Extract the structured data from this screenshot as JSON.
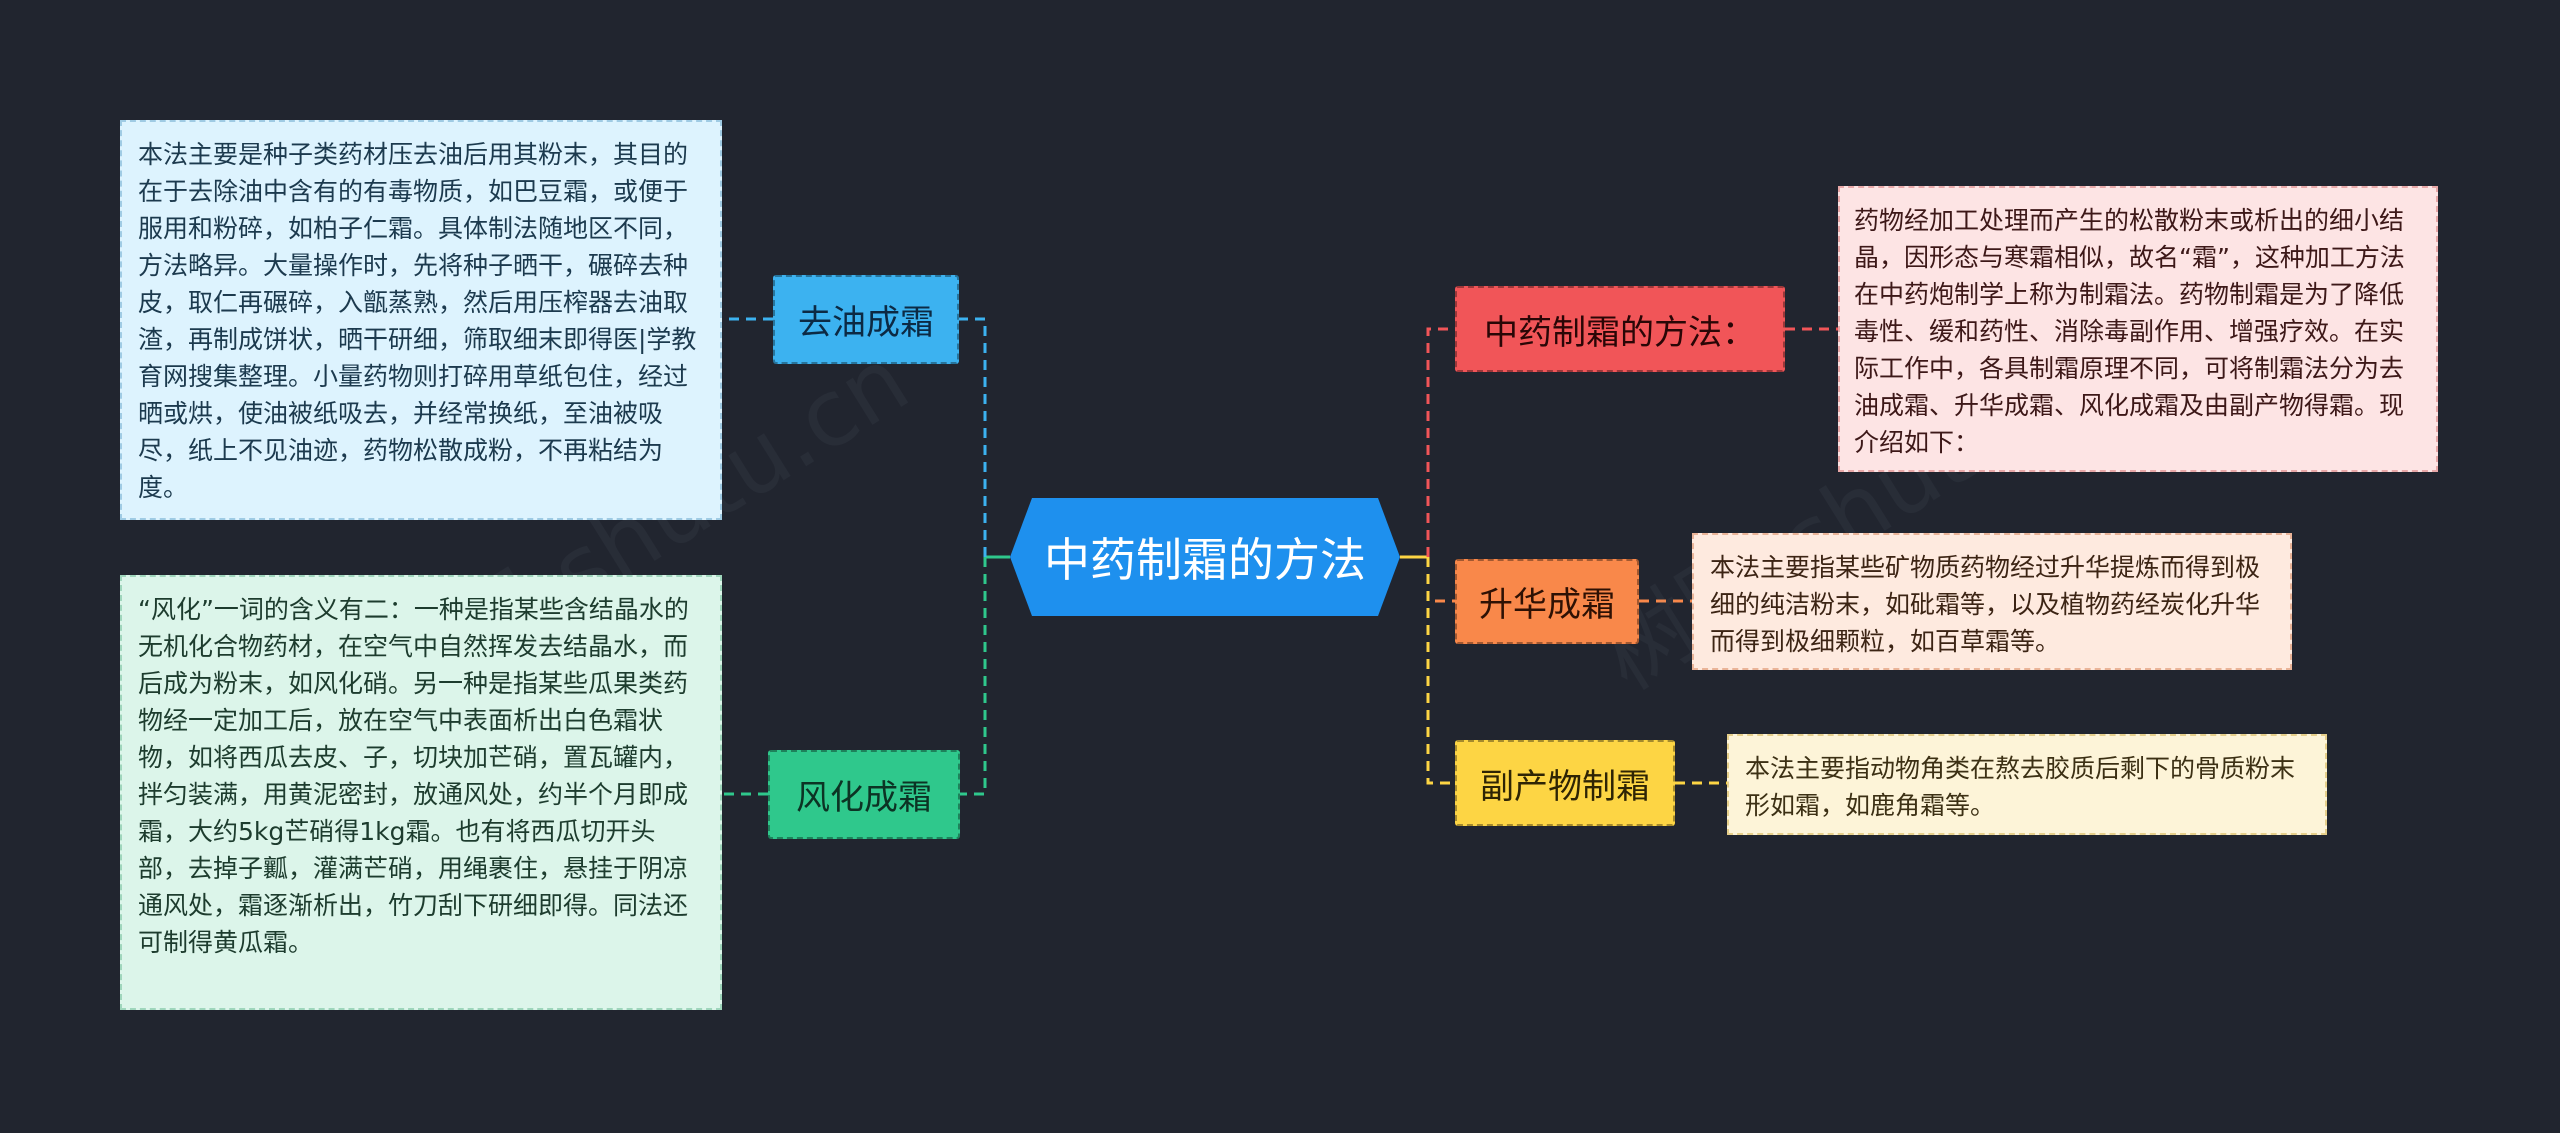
{
  "center": {
    "label": "中药制霜的方法"
  },
  "branches": {
    "quyou": {
      "label": "去油成霜",
      "note": "本法主要是种子类药材压去油后用其粉末，其目的在于去除油中含有的有毒物质，如巴豆霜，或便于服用和粉碎，如柏子仁霜。具体制法随地区不同，方法略异。大量操作时，先将种子晒干，碾碎去种皮，取仁再碾碎，入甑蒸熟，然后用压榨器去油取渣，再制成饼状，晒干研细，筛取细末即得医|学教育网搜集整理。小量药物则打碎用草纸包住，经过晒或烘，使油被纸吸去，并经常换纸，至油被吸尽，纸上不见油迹，药物松散成粉，不再粘结为度。",
      "color": "#3cb2f0"
    },
    "fenghua": {
      "label": "风化成霜",
      "note": "“风化”一词的含义有二：一种是指某些含结晶水的无机化合物药材，在空气中自然挥发去结晶水，而后成为粉末，如风化硝。另一种是指某些瓜果类药物经一定加工后，放在空气中表面析出白色霜状物，如将西瓜去皮、子，切块加芒硝，置瓦罐内，拌匀装满，用黄泥密封，放通风处，约半个月即成霜，大约5kg芒硝得1kg霜。也有将西瓜切开头部，去掉子瓤，灌满芒硝，用绳裹住，悬挂于阴凉通风处，霜逐渐析出，竹刀刮下研细即得。同法还可制得黄瓜霜。",
      "color": "#2fc88c"
    },
    "zhiyao": {
      "label": "中药制霜的方法：",
      "note": "药物经加工处理而产生的松散粉末或析出的细小结晶，因形态与寒霜相似，故名“霜”，这种加工方法在中药炮制学上称为制霜法。药物制霜是为了降低毒性、缓和药性、消除毒副作用、增强疗效。在实际工作中，各具制霜原理不同，可将制霜法分为去油成霜、升华成霜、风化成霜及由副产物得霜。现介绍如下：",
      "color": "#f15558"
    },
    "shenghua": {
      "label": "升华成霜",
      "note": "本法主要指某些矿物质药物经过升华提炼而得到极细的纯洁粉末，如砒霜等，以及植物药经炭化升华而得到极细颗粒，如百草霜等。",
      "color": "#f9884a"
    },
    "fuchan": {
      "label": "副产物制霜",
      "note": "本法主要指动物角类在熬去胶质后剩下的骨质粉末形如霜，如鹿角霜等。",
      "color": "#fdd544"
    }
  },
  "watermark": "树图 shutu.cn"
}
